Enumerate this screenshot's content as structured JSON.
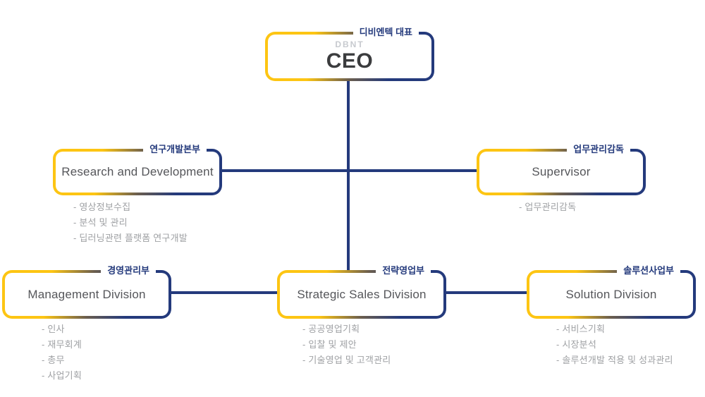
{
  "ceo": {
    "tag": "디비엔텍 대표",
    "code": "DBNT",
    "title": "CEO"
  },
  "departments": [
    {
      "tag": "연구개발본부",
      "title": "Research and Development",
      "bullets": [
        "- 영상정보수집",
        "- 분석 및 관리",
        "- 딥러닝관련 플랫폼 연구개발"
      ]
    },
    {
      "tag": "업무관리감독",
      "title": "Supervisor",
      "bullets": [
        "- 업무관리감독"
      ]
    },
    {
      "tag": "경영관리부",
      "title": "Management Division",
      "bullets": [
        "- 인사",
        "- 재무회계",
        "- 총무",
        "- 사업기획"
      ]
    },
    {
      "tag": "전략영업부",
      "title": "Strategic Sales Division",
      "bullets": [
        "- 공공영업기획",
        "- 입찰 및 제안",
        "- 기술영업 및 고객관리"
      ]
    },
    {
      "tag": "솔루션사업부",
      "title": "Solution Division",
      "bullets": [
        "- 서비스기획",
        "- 시장분석",
        "- 솔루션개발 적용 및 성과관리"
      ]
    }
  ],
  "colors": {
    "navy": "#243A7C",
    "gold": "#FDC513",
    "title_text": "#55565A",
    "bullet_text": "#9FA1A4",
    "code_text": "#C7CACF",
    "ceo_text": "#3B3C3E"
  }
}
